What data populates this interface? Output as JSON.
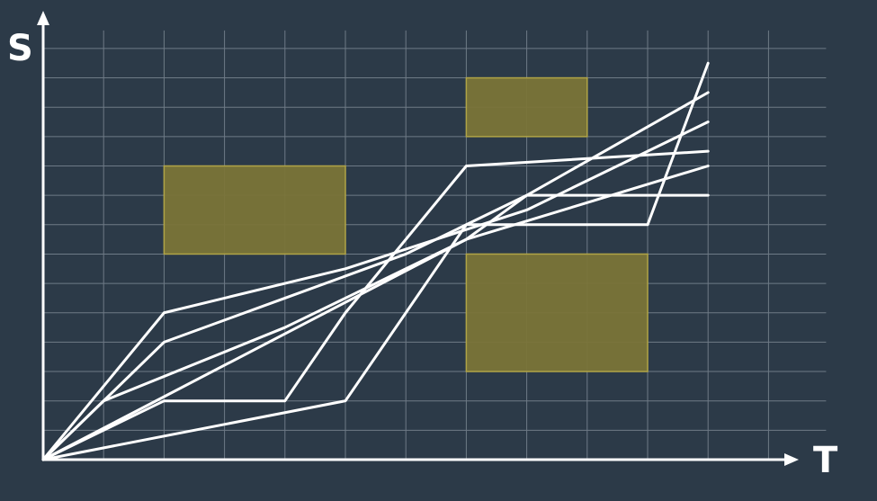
{
  "axes": {
    "y_label": "S",
    "x_label": "T"
  },
  "colors": {
    "background": "#2c3a48",
    "grid": "#6e7a86",
    "axis": "#ffffff",
    "path": "#ffffff",
    "obstacle": "#7a7438",
    "obstacle_border": "#b0a446"
  },
  "chart_data": {
    "type": "line",
    "grid": true,
    "xlim": [
      0,
      12
    ],
    "ylim": [
      0,
      14
    ],
    "obstacles": [
      {
        "x": [
          2,
          5
        ],
        "y": [
          7,
          10
        ]
      },
      {
        "x": [
          7,
          9
        ],
        "y": [
          11,
          13
        ]
      },
      {
        "x": [
          7,
          10
        ],
        "y": [
          3,
          7
        ]
      }
    ],
    "series": [
      {
        "values": [
          [
            0,
            0
          ],
          [
            2,
            5
          ],
          [
            5,
            6.5
          ],
          [
            8,
            8.5
          ],
          [
            11,
            11.5
          ]
        ]
      },
      {
        "values": [
          [
            0,
            0
          ],
          [
            2,
            4
          ],
          [
            4,
            5.5
          ],
          [
            6,
            7
          ],
          [
            8,
            9
          ],
          [
            11,
            12.5
          ]
        ]
      },
      {
        "values": [
          [
            0,
            0
          ],
          [
            1,
            2
          ],
          [
            4,
            4.5
          ],
          [
            7,
            7.5
          ],
          [
            11,
            10
          ]
        ]
      },
      {
        "values": [
          [
            0,
            0
          ],
          [
            2,
            2
          ],
          [
            4,
            2
          ],
          [
            5,
            5
          ],
          [
            7,
            10
          ],
          [
            11,
            10.5
          ]
        ]
      },
      {
        "values": [
          [
            0,
            0
          ],
          [
            5,
            2
          ],
          [
            7,
            8
          ],
          [
            10,
            8
          ],
          [
            11,
            13.5
          ]
        ]
      },
      {
        "values": [
          [
            0,
            0
          ],
          [
            7,
            7.5
          ],
          [
            8,
            9
          ],
          [
            11,
            9
          ]
        ]
      }
    ]
  }
}
